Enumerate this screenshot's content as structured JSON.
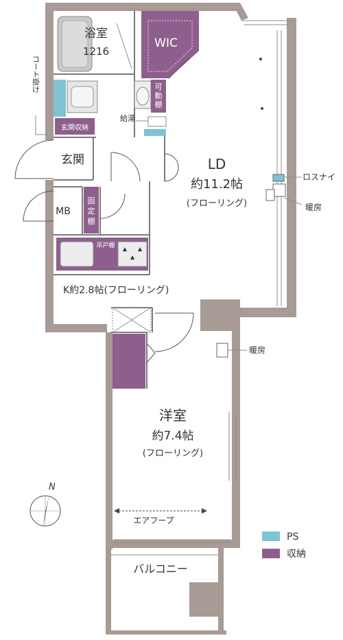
{
  "colors": {
    "wall": "#a89a94",
    "storage": "#8e5f8c",
    "ps": "#7ec3d6",
    "line": "#555555"
  },
  "rooms": {
    "bath": {
      "name": "浴室",
      "size": "1216"
    },
    "wic": "WIC",
    "coat": "コート掛け",
    "movable_shelf": "可動棚",
    "water_heater": "給湯",
    "entry_storage": "玄関収納",
    "entrance": "玄関",
    "mb": "MB",
    "fixed_shelf": "固定棚",
    "hanging_cabinet": "吊戸棚",
    "ld": {
      "name": "LD",
      "size": "約11.2帖",
      "floor": "(フローリング)"
    },
    "kitchen": "K約2.8帖(フローリング)",
    "western": {
      "name": "洋室",
      "size": "約7.4帖",
      "floor": "(フローリング)"
    },
    "air_hoop": "エアフープ",
    "balcony": "バルコニー",
    "losnay": "ロスナイ",
    "heater_ld": "暖房",
    "heater_room": "暖房"
  },
  "legend": [
    {
      "label": "PS",
      "color": "#7ec3d6"
    },
    {
      "label": "収納",
      "color": "#8e5f8c"
    }
  ],
  "compass": {
    "label": "N"
  }
}
